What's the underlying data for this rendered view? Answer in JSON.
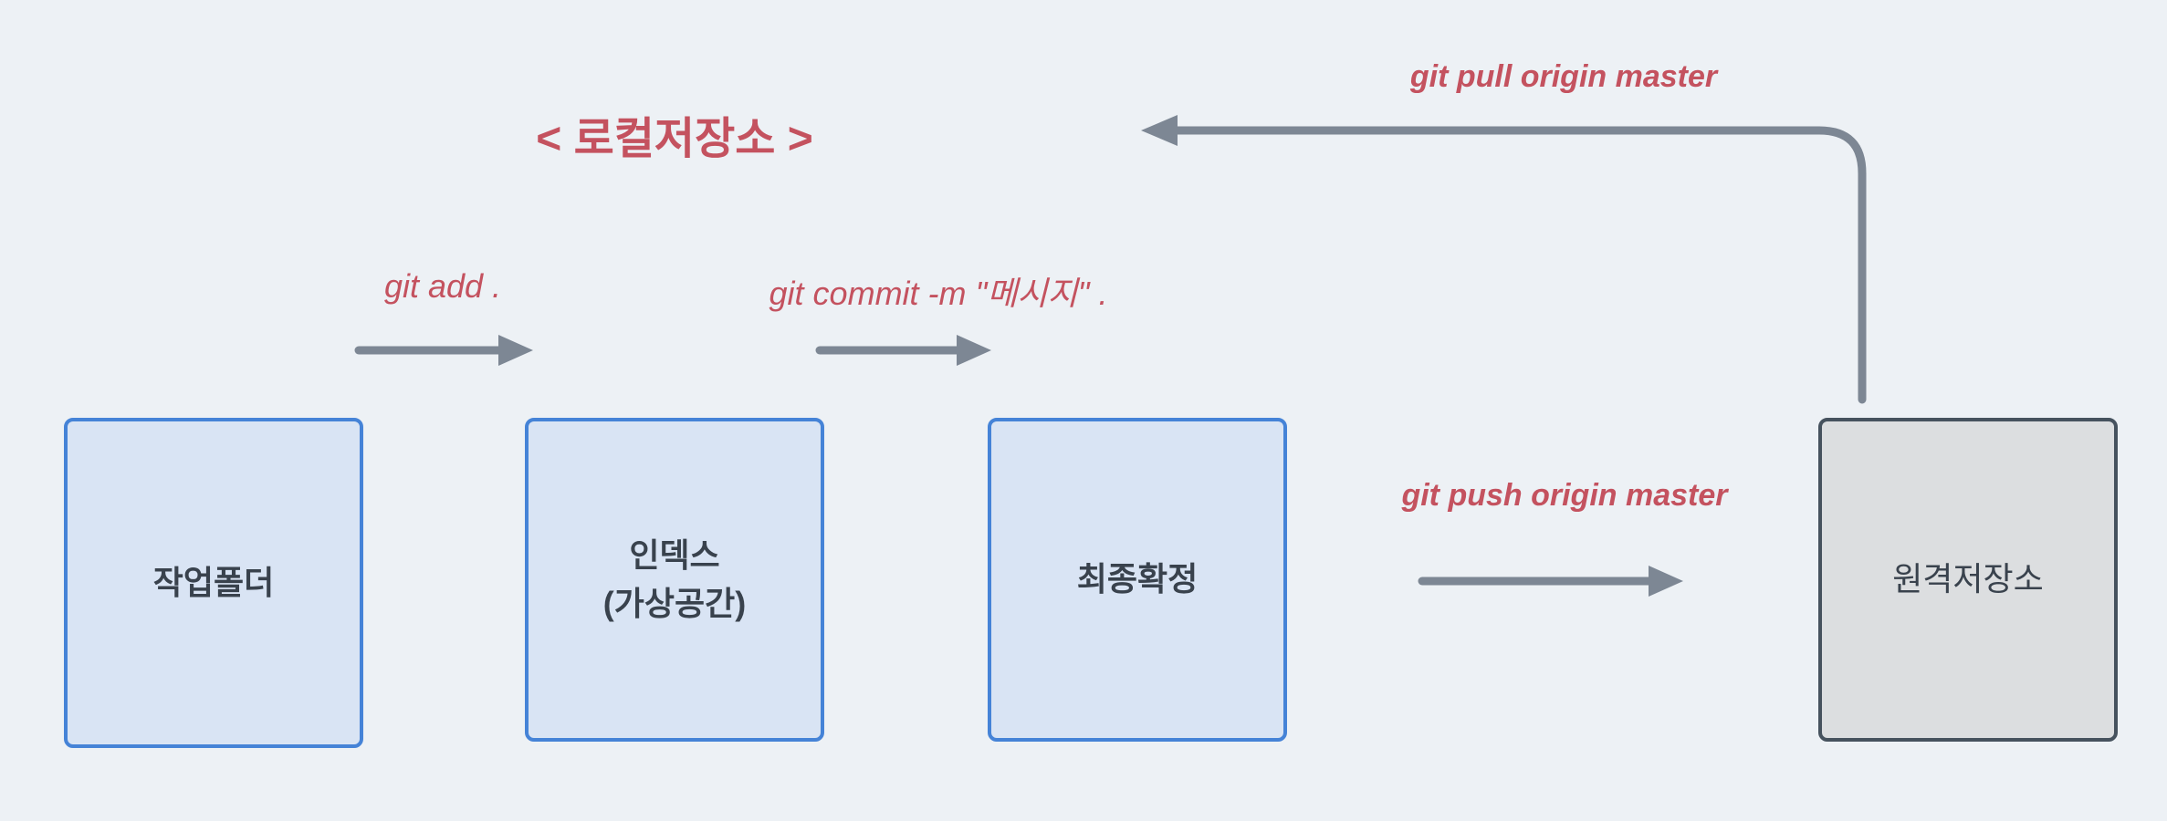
{
  "title": "< 로컬저장소 >",
  "labels": {
    "add": "git add .",
    "commit": "git commit -m \"메시지\"  .",
    "push": "git push origin master",
    "pull": "git pull origin master"
  },
  "boxes": {
    "work": {
      "label": "작업폴더"
    },
    "index": {
      "line1": "인덱스",
      "line2": "(가상공간)"
    },
    "commit": {
      "label": "최종확정"
    },
    "remote": {
      "label": "원격저장소"
    }
  },
  "colors": {
    "background": "#edf1f5",
    "accent_red": "#c4525f",
    "arrow_gray": "#7d8794",
    "box_blue_border": "#4583d7",
    "box_blue_fill": "#d9e4f4",
    "box_text": "#39424d",
    "remote_border": "#46525e",
    "remote_fill": "#dcdee0"
  }
}
